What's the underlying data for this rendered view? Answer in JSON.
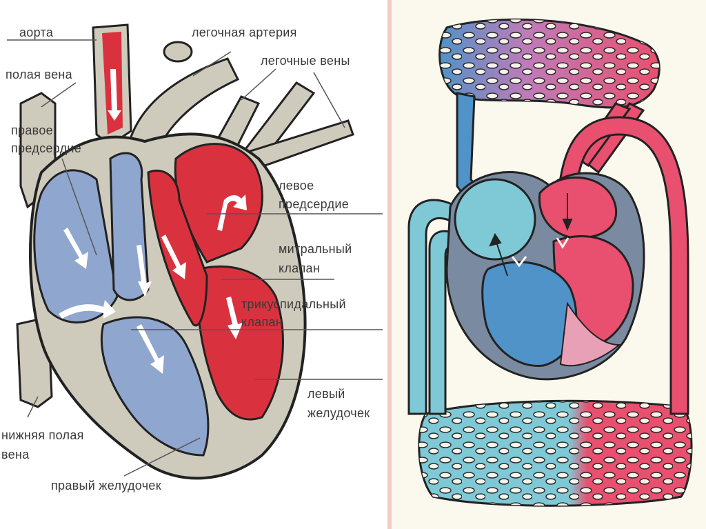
{
  "labels": {
    "aorta": "аорта",
    "vena_cava": "полая вена",
    "pulmonary_artery": "легочная артерия",
    "pulmonary_veins": "легочные вены",
    "right_atrium_1": "правое",
    "right_atrium_2": "предсердие",
    "left_atrium_1": "левое",
    "left_atrium_2": "предсердие",
    "mitral_1": "митральный",
    "mitral_2": "клапан",
    "tricuspid_1": "трикуспидальный",
    "tricuspid_2": "клапан",
    "left_ventricle_1": "левый",
    "left_ventricle_2": "желудочек",
    "inferior_vena_cava_1": "нижняя полая",
    "inferior_vena_cava_2": "вена",
    "right_ventricle": "правый желудочек"
  },
  "colors": {
    "venous_blue": "#8fa6cf",
    "arterial_red": "#d9323e",
    "tissue_gray": "#cfcbbc",
    "scheme_blue": "#4f93c8",
    "scheme_light_blue": "#7fc9d6",
    "scheme_red": "#e94f6e",
    "scheme_pink": "#e8a0b6",
    "scheme_purple": "#c07bb8",
    "divider": "#f4c9c9"
  }
}
